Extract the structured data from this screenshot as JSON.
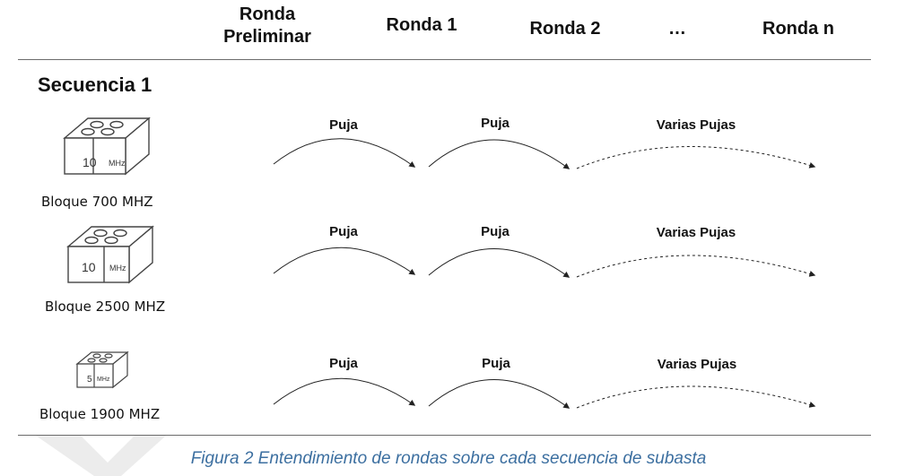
{
  "header": {
    "col_preliminar": "Ronda\nPreliminar",
    "col_ronda1": "Ronda 1",
    "col_ronda2": "Ronda 2",
    "col_ellipsis": "…",
    "col_rondan": "Ronda n"
  },
  "sequence_title": "Secuencia 1",
  "blocks": [
    {
      "label": "Bloque 700 MHZ",
      "value": "10",
      "unit": "MHz",
      "bid1": "Puja",
      "bid2": "Puja",
      "bid3": "Varias Pujas"
    },
    {
      "label": "Bloque 2500 MHZ",
      "value": "10",
      "unit": "MHz",
      "bid1": "Puja",
      "bid2": "Puja",
      "bid3": "Varias Pujas"
    },
    {
      "label": "Bloque 1900 MHZ",
      "value": "5",
      "unit": "MHz",
      "bid1": "Puja",
      "bid2": "Puja",
      "bid3": "Varias Pujas"
    }
  ],
  "caption": "Figura 2 Entendimiento de rondas sobre cada secuencia de subasta",
  "colors": {
    "caption": "#3c6fa0",
    "rule": "#6b6b6b",
    "arc": "#222222"
  }
}
